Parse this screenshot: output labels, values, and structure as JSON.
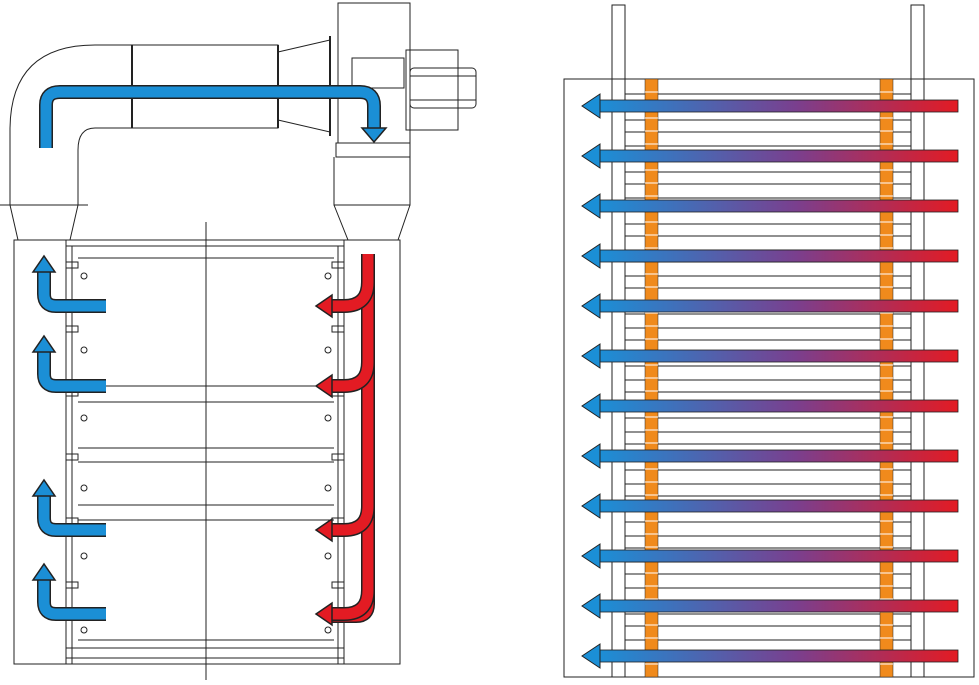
{
  "figure": {
    "left_panel": {
      "air_in_arrows": 4,
      "air_out_arrows": 4,
      "trays": 6
    },
    "right_panel": {
      "flow_arrows": 12,
      "slats": 22,
      "rails": 2
    }
  },
  "colors": {
    "line": "#222222",
    "cool": "#1b8fd6",
    "hot": "#e31b23",
    "rail": "#f08a1c",
    "gradient_mid": "#6a4a9a"
  }
}
